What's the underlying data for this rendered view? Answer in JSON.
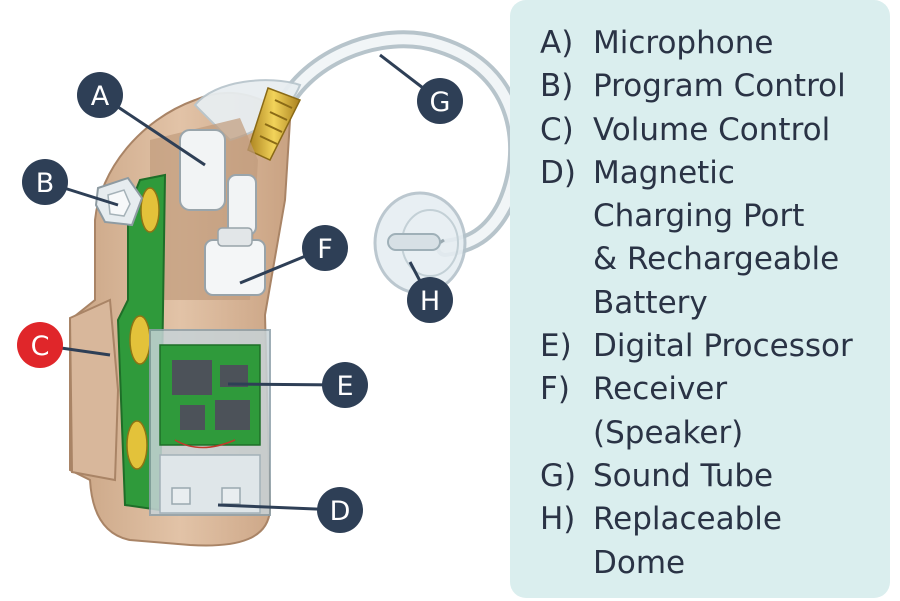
{
  "colors": {
    "panel_bg": "#daeeee",
    "badge_navy": "#2e3f56",
    "badge_red": "#e0262a",
    "text": "#2a3345",
    "body_beige": "#d9b99d",
    "pcb_green": "#2f9a3b"
  },
  "callouts": [
    {
      "letter": "A",
      "color": "navy"
    },
    {
      "letter": "B",
      "color": "navy"
    },
    {
      "letter": "C",
      "color": "red"
    },
    {
      "letter": "D",
      "color": "navy"
    },
    {
      "letter": "E",
      "color": "navy"
    },
    {
      "letter": "F",
      "color": "navy"
    },
    {
      "letter": "G",
      "color": "navy"
    },
    {
      "letter": "H",
      "color": "navy"
    }
  ],
  "legend": [
    {
      "key": "A)",
      "lines": [
        "Microphone"
      ]
    },
    {
      "key": "B)",
      "lines": [
        "Program Control"
      ]
    },
    {
      "key": "C)",
      "lines": [
        "Volume Control"
      ]
    },
    {
      "key": "D)",
      "lines": [
        "Magnetic",
        "Charging Port",
        "& Rechargeable",
        "Battery"
      ]
    },
    {
      "key": "E)",
      "lines": [
        "Digital Processor"
      ]
    },
    {
      "key": "F)",
      "lines": [
        "Receiver",
        "(Speaker)"
      ]
    },
    {
      "key": "G)",
      "lines": [
        "Sound Tube"
      ]
    },
    {
      "key": "H)",
      "lines": [
        "Replaceable",
        "Dome"
      ]
    }
  ]
}
